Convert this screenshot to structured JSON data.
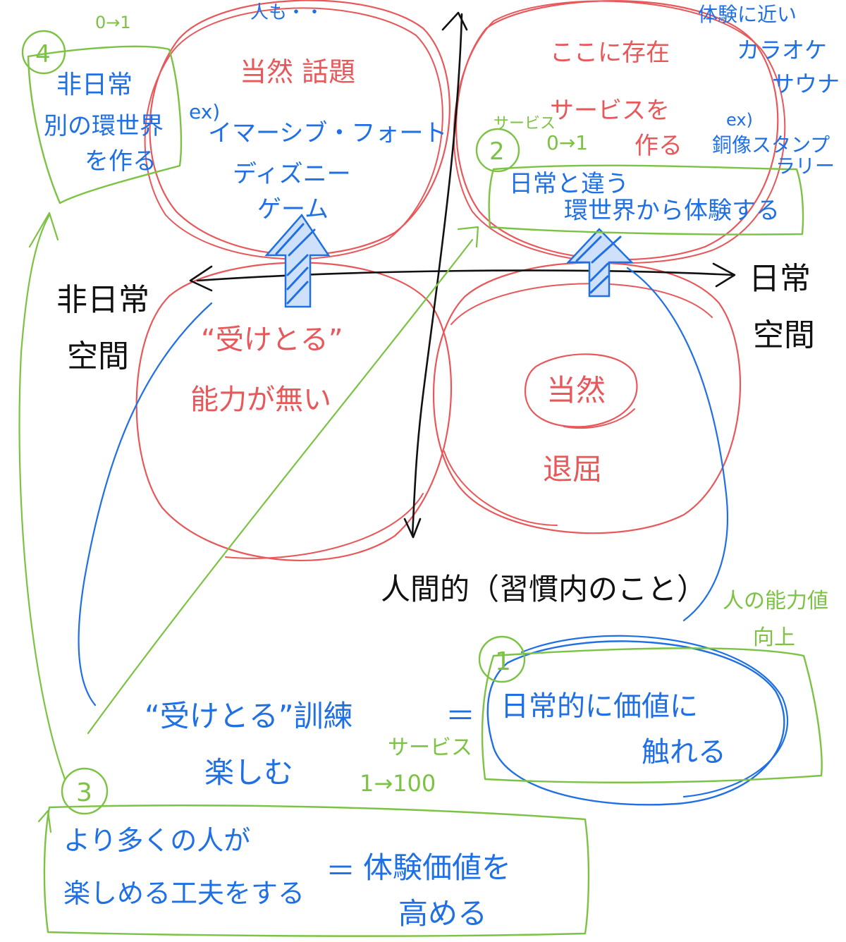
{
  "colors": {
    "black": "#111111",
    "red": "#e8585a",
    "blue": "#1f6fe5",
    "green": "#7cc243"
  },
  "axes": {
    "left_label": [
      "非日常",
      "空間"
    ],
    "right_label": [
      "日常",
      "空間"
    ],
    "bottom_label": "人間的（習慣内のこと）"
  },
  "quadrants": {
    "top_left": {
      "partial_top": "人も・・",
      "lines": [
        "当然 話題"
      ],
      "ex_label": "ex)",
      "examples": [
        "イマーシブ・フォート",
        "ディズニー",
        "ゲーム"
      ]
    },
    "top_right": {
      "lines": [
        "ここに存在",
        "サービスを",
        "作る"
      ],
      "ex_label": "ex)",
      "examples": [
        "銅像スタンプ",
        "ラリー"
      ],
      "service_note": "サービス",
      "service_range": "0→1",
      "corner_words": [
        "体験に近い",
        "カラオケ",
        "サウナ"
      ]
    },
    "bottom_left": {
      "lines": [
        "“受けとる”",
        "能力が無い"
      ]
    },
    "bottom_right": {
      "circled": "当然",
      "below": "退屈"
    }
  },
  "boxes": {
    "box1": {
      "number": "1",
      "lines": [
        "日常的に価値に",
        "触れる"
      ],
      "side_note": [
        "人の能力値",
        "向上"
      ]
    },
    "box2": {
      "number": "2",
      "lines": [
        "日常と違う",
        "環世界から体験する"
      ]
    },
    "box3": {
      "number": "3",
      "lines": [
        "より多くの人が",
        "楽しめる工夫をする"
      ],
      "equals": "＝",
      "result": [
        "体験価値を",
        "高める"
      ]
    },
    "box4": {
      "number": "4",
      "top_note": "0→1",
      "lines": [
        "非日常",
        "別の環世界",
        "を作る"
      ]
    }
  },
  "middle": {
    "training_line": "“受けとる”訓練",
    "equals": "＝",
    "enjoy": "楽しむ",
    "service_note": "サービス",
    "service_range": "1→100"
  }
}
